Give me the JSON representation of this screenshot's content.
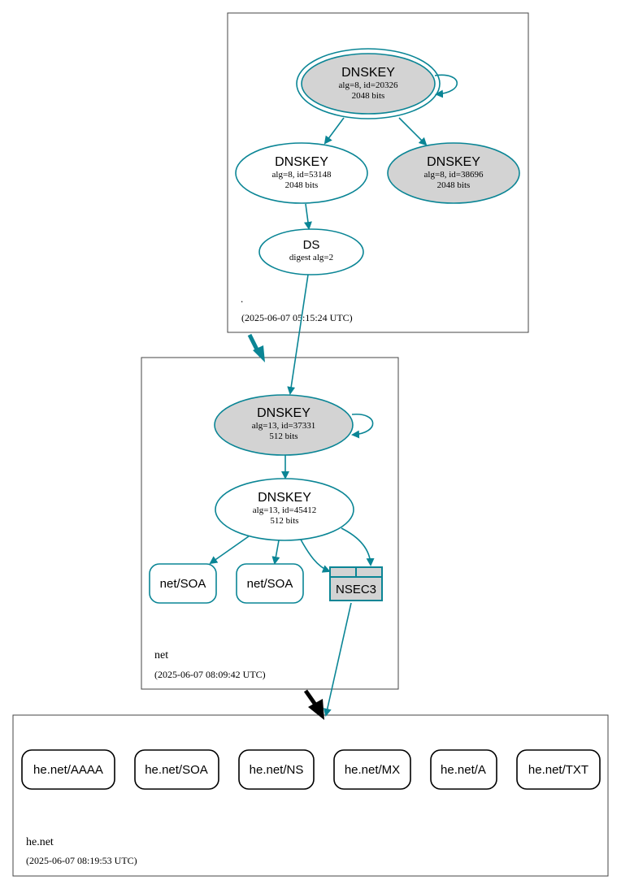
{
  "colors": {
    "edge": "#0a8595",
    "filled": "#d3d3d3",
    "zone_border": "#444444",
    "black": "#000000"
  },
  "zones": {
    "root": {
      "name": ".",
      "timestamp": "(2025-06-07 05:15:24 UTC)"
    },
    "net": {
      "name": "net",
      "timestamp": "(2025-06-07 08:09:42 UTC)"
    },
    "henet": {
      "name": "he.net",
      "timestamp": "(2025-06-07 08:19:53 UTC)"
    }
  },
  "nodes": {
    "root_ksk": {
      "title": "DNSKEY",
      "line1": "alg=8, id=20326",
      "line2": "2048 bits"
    },
    "root_zsk1": {
      "title": "DNSKEY",
      "line1": "alg=8, id=53148",
      "line2": "2048 bits"
    },
    "root_zsk2": {
      "title": "DNSKEY",
      "line1": "alg=8, id=38696",
      "line2": "2048 bits"
    },
    "net_ds": {
      "title": "DS",
      "line1": "digest alg=2"
    },
    "net_ksk": {
      "title": "DNSKEY",
      "line1": "alg=13, id=37331",
      "line2": "512 bits"
    },
    "net_zsk": {
      "title": "DNSKEY",
      "line1": "alg=13, id=45412",
      "line2": "512 bits"
    },
    "net_soa1": {
      "label": "net/SOA"
    },
    "net_soa2": {
      "label": "net/SOA"
    },
    "nsec3": {
      "label": "NSEC3"
    }
  },
  "records": [
    {
      "label": "he.net/AAAA"
    },
    {
      "label": "he.net/SOA"
    },
    {
      "label": "he.net/NS"
    },
    {
      "label": "he.net/MX"
    },
    {
      "label": "he.net/A"
    },
    {
      "label": "he.net/TXT"
    }
  ]
}
